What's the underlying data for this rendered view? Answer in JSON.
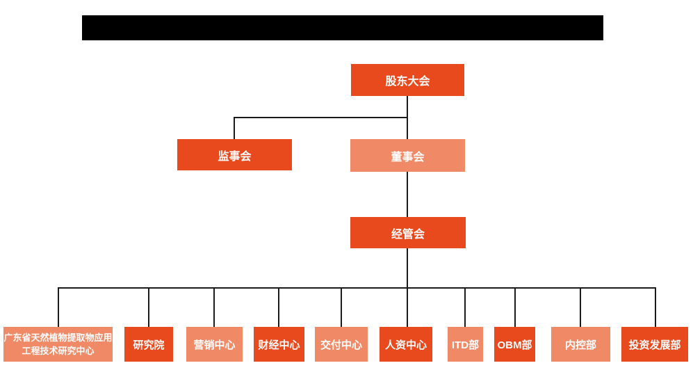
{
  "colors": {
    "primary": "#E84A1E",
    "secondary": "#F08A66",
    "connector": "#1A1A1A",
    "redacted_bar": "#000000",
    "node_text": "#FFFFFF",
    "background": "#FFFFFF"
  },
  "header": {
    "redacted_bar_present": true
  },
  "org": {
    "shareholders": {
      "label": "股东大会"
    },
    "supervisory": {
      "label": "监事会"
    },
    "board": {
      "label": "董事会"
    },
    "management": {
      "label": "经管会"
    },
    "departments": [
      {
        "label": "广东省天然植物提取物应用工程技术研究中心",
        "variant": "secondary"
      },
      {
        "label": "研究院",
        "variant": "primary"
      },
      {
        "label": "营销中心",
        "variant": "secondary"
      },
      {
        "label": "财经中心",
        "variant": "primary"
      },
      {
        "label": "交付中心",
        "variant": "secondary"
      },
      {
        "label": "人资中心",
        "variant": "primary"
      },
      {
        "label": "ITD部",
        "variant": "secondary"
      },
      {
        "label": "OBM部",
        "variant": "primary"
      },
      {
        "label": "内控部",
        "variant": "secondary"
      },
      {
        "label": "投资发展部",
        "variant": "primary"
      }
    ]
  }
}
